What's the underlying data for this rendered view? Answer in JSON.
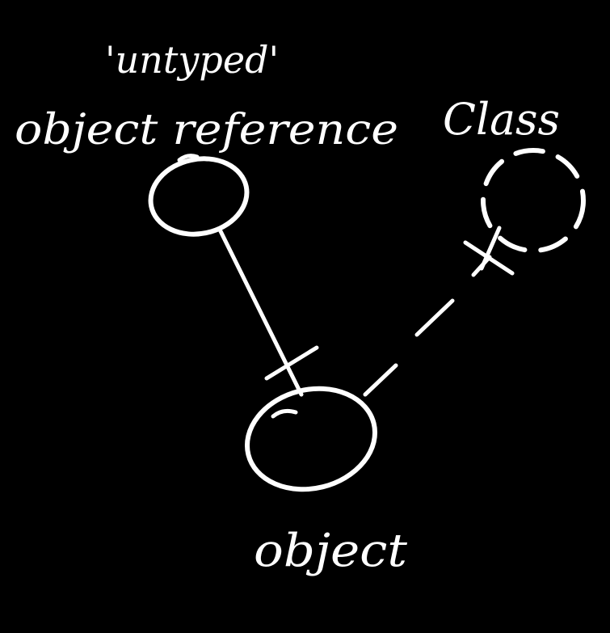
{
  "diagram": {
    "background_color": "#000000",
    "ink_color": "#ffffff",
    "nodes": {
      "reference": {
        "caption_line1": "'untyped'",
        "caption_line2": "object reference"
      },
      "class": {
        "caption": "Class"
      },
      "object": {
        "caption": "object"
      }
    },
    "edges": [
      {
        "from": "reference",
        "to": "object",
        "style": "solid",
        "end_marks": [
          "bar-near-object"
        ]
      },
      {
        "from": "object",
        "to": "class",
        "style": "dashed",
        "end_marks": [
          "cross-near-class"
        ]
      }
    ]
  }
}
